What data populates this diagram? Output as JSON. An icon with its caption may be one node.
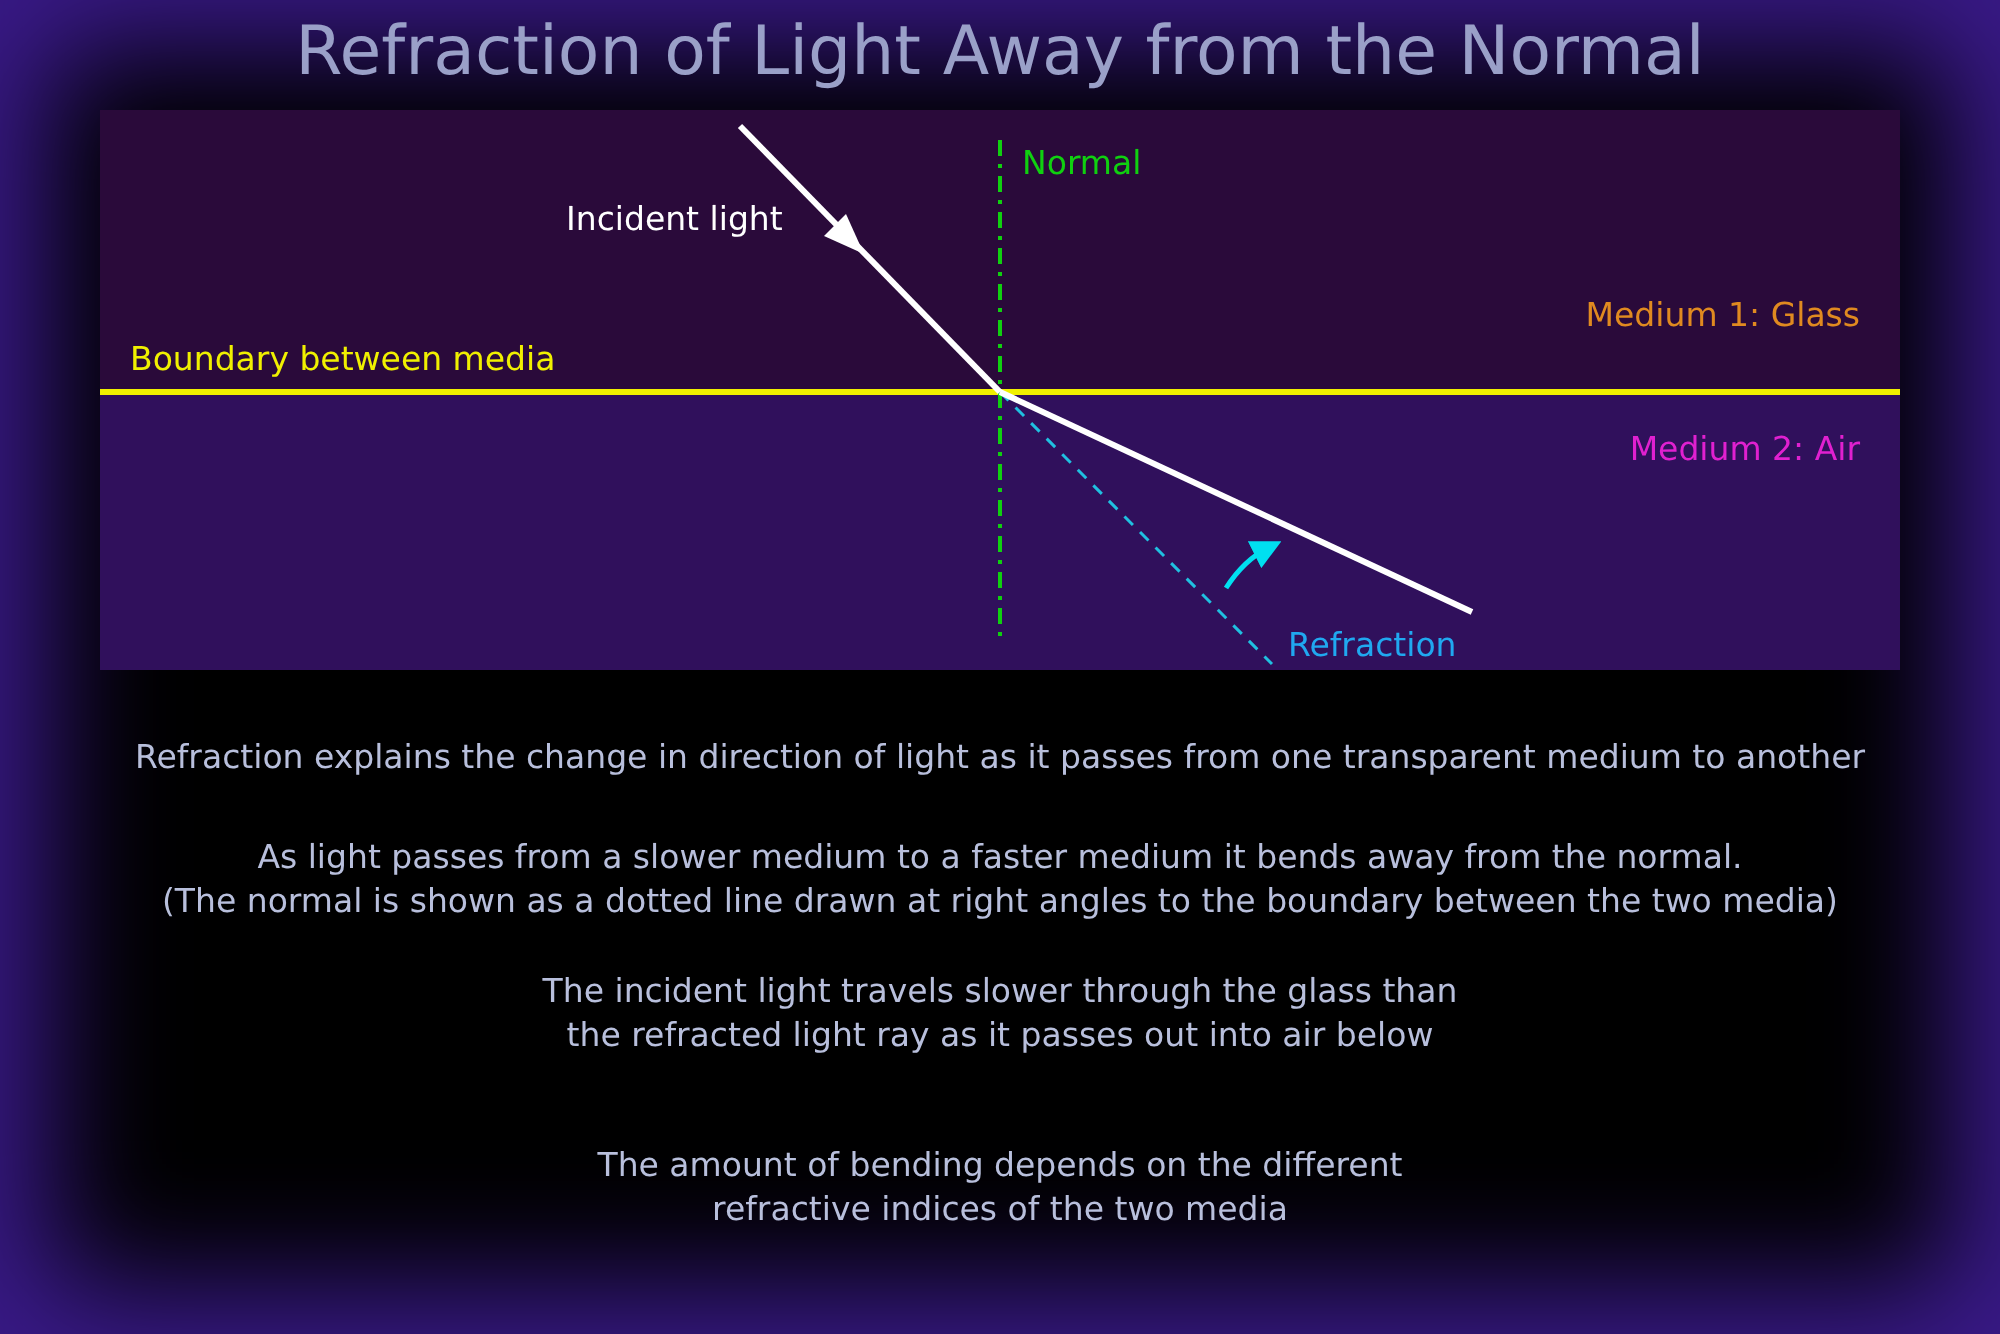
{
  "diagram": {
    "title": "Refraction of Light Away from the Normal",
    "nodes": [
      {
        "text": [
          "Medium 1: Glass"
        ]
      },
      {
        "text": [
          "Medium 2: Air"
        ]
      }
    ],
    "labels": [
      "Normal",
      "Incident light",
      "Boundary between media",
      "Refraction",
      "Refraction explains the change in direction of light as it passes from one transparent medium to another",
      "As light passes from a slower medium to a faster medium it bends away from the normal.",
      "(The normal is shown as a dotted line drawn at right angles to the boundary between the two media)",
      "The incident light travels slower through the glass than the refracted light ray as it passes out into air below",
      "The amount of bending depends on the different refractive indices of the two media"
    ]
  }
}
